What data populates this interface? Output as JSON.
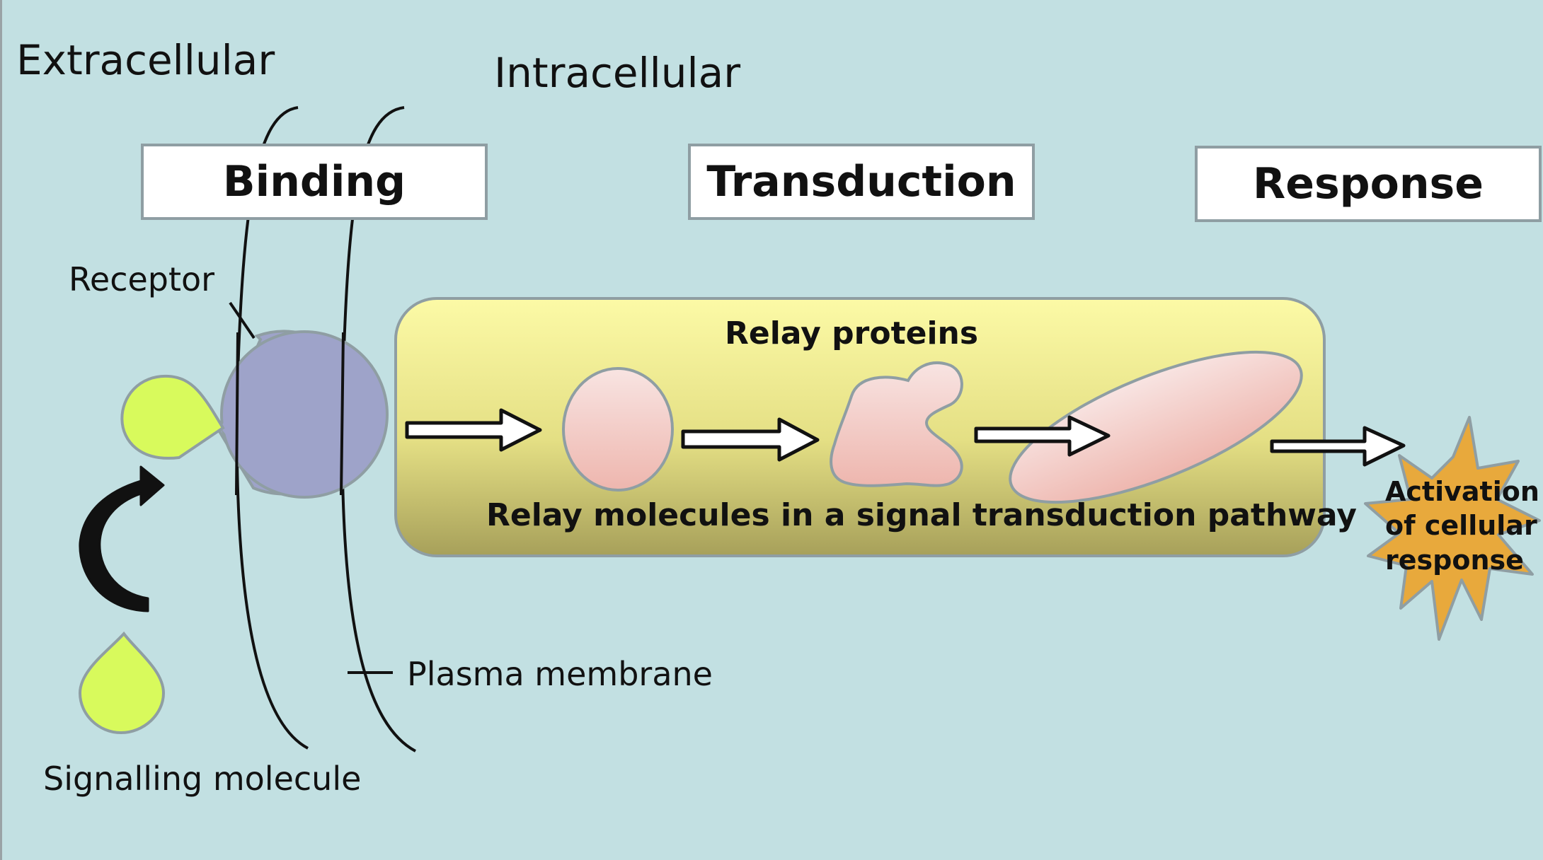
{
  "labels": {
    "extracellular": "Extracellular",
    "intracellular": "Intracellular",
    "receptor": "Receptor",
    "plasma_membrane": "Plasma membrane",
    "signalling_molecule": "Signalling molecule"
  },
  "stages": {
    "binding": "Binding",
    "transduction": "Transduction",
    "response": "Response"
  },
  "pathway": {
    "relay_proteins": "Relay proteins",
    "relay_molecules": "Relay molecules in a signal transduction pathway"
  },
  "response_burst": {
    "line1": "Activation",
    "line2": "of cellular",
    "line3": "response"
  },
  "colors": {
    "background": "#c2e0e2",
    "signal_molecule": "#d8fa5c",
    "receptor": "#9ea3c9",
    "relay_protein": "#f3c8c4",
    "pathway_box_top": "#fcfaa6",
    "pathway_box_bottom": "#a7a05a",
    "starburst": "#e8a93c",
    "box_border": "#8f9ea3"
  }
}
